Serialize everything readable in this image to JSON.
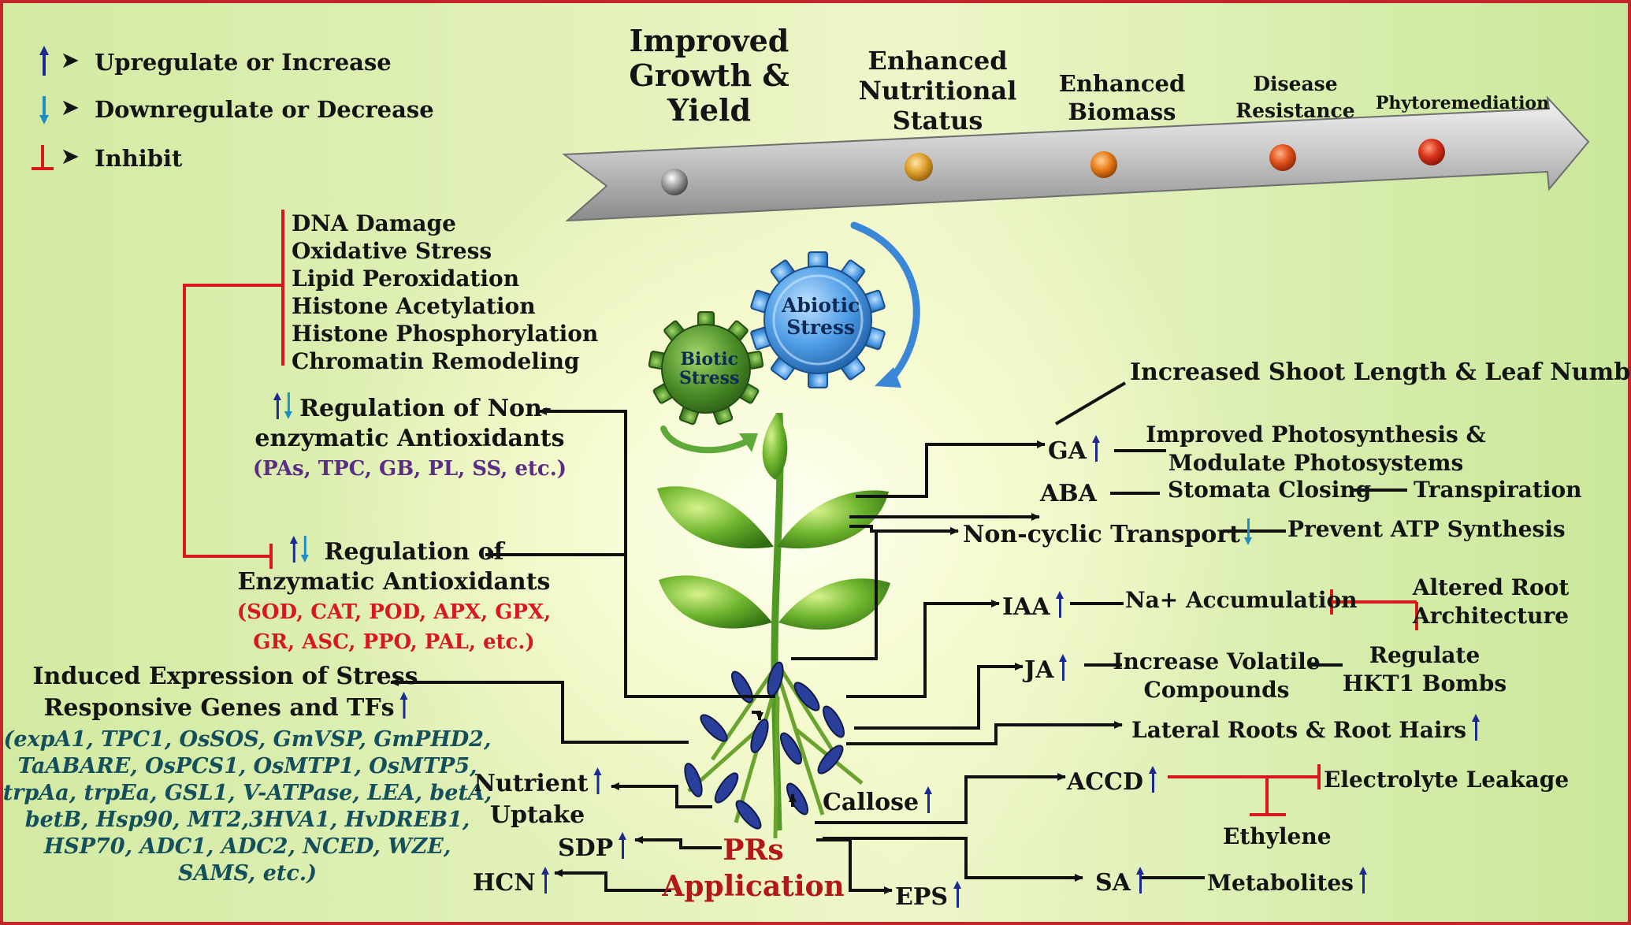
{
  "legend": {
    "upregulate": "Upregulate or Increase",
    "downregulate": "Downregulate or Decrease",
    "inhibit": "Inhibit",
    "colors": {
      "up": "#1b2a8e",
      "down": "#1d8fc4",
      "inhibit": "#d7191f"
    }
  },
  "banner": {
    "stages": [
      {
        "l1": "Improved",
        "l2": "Growth &",
        "l3": "Yield"
      },
      {
        "l1": "Enhanced",
        "l2": "Nutritional",
        "l3": "Status"
      },
      {
        "l1": "Enhanced",
        "l2": "Biomass"
      },
      {
        "l1": "Disease",
        "l2": "Resistance"
      },
      {
        "l1": "Phytoremediation"
      }
    ]
  },
  "gears": {
    "biotic": {
      "l1": "Biotic",
      "l2": "Stress"
    },
    "abiotic": {
      "l1": "Abiotic",
      "l2": "Stress"
    }
  },
  "damage": [
    "DNA Damage",
    "Oxidative Stress",
    "Lipid Peroxidation",
    "Histone Acetylation",
    "Histone Phosphorylation",
    "Chromatin Remodeling"
  ],
  "nonenzymatic": {
    "l1": "Regulation of Non-",
    "l2": "enzymatic Antioxidants",
    "examples": "(PAs, TPC, GB, PL, SS, etc.)"
  },
  "enzymatic": {
    "l1": "Regulation of",
    "l2": "Enzymatic Antioxidants",
    "ex1": "(SOD, CAT, POD, APX, GPX,",
    "ex2": "GR, ASC, PPO, PAL, etc.)"
  },
  "genes": {
    "l1": "Induced Expression of Stress",
    "l2": "Responsive Genes and TFs",
    "list": [
      "(expA1, TPC1, OsSOS, GmVSP, GmPHD2,",
      "TaABARE, OsPCS1, OsMTP1, OsMTP5,",
      "trpAa, trpEa, GSL1, V-ATPase, LEA, betA,",
      "betB, Hsp90, MT2,3HVA1,  HvDREB1,",
      "HSP70, ADC1, ADC2, NCED, WZE,",
      "SAMS, etc.)"
    ]
  },
  "nutrient": {
    "l1": "Nutrient",
    "l2": "Uptake"
  },
  "callose": "Callose",
  "sdp": "SDP",
  "hcn": "HCN",
  "eps": "EPS",
  "prs": {
    "l1": "PRs",
    "l2": "Application"
  },
  "right": {
    "shoot": "Increased Shoot Length & Leaf Number",
    "ga": "GA",
    "photo1": "Improved Photosynthesis &",
    "photo2": "Modulate  Photosystems",
    "aba": "ABA",
    "stomata": "Stomata Closing",
    "transpiration": "Transpiration",
    "noncyclic": "Non-cyclic Transport",
    "atp": "Prevent ATP Synthesis",
    "iaa": "IAA",
    "na": "Na+ Accumulation",
    "root1": "Altered Root",
    "root2": "Architecture",
    "ja": "JA",
    "volatile1": "Increase Volatile",
    "volatile2": "Compounds",
    "hkt1": "Regulate",
    "hkt2": "HKT1 Bombs",
    "lateral": "Lateral Roots & Root Hairs",
    "accd": "ACCD",
    "electrolyte": "Electrolyte Leakage",
    "ethylene": "Ethylene",
    "sa": "SA",
    "metabolites": "Metabolites"
  }
}
